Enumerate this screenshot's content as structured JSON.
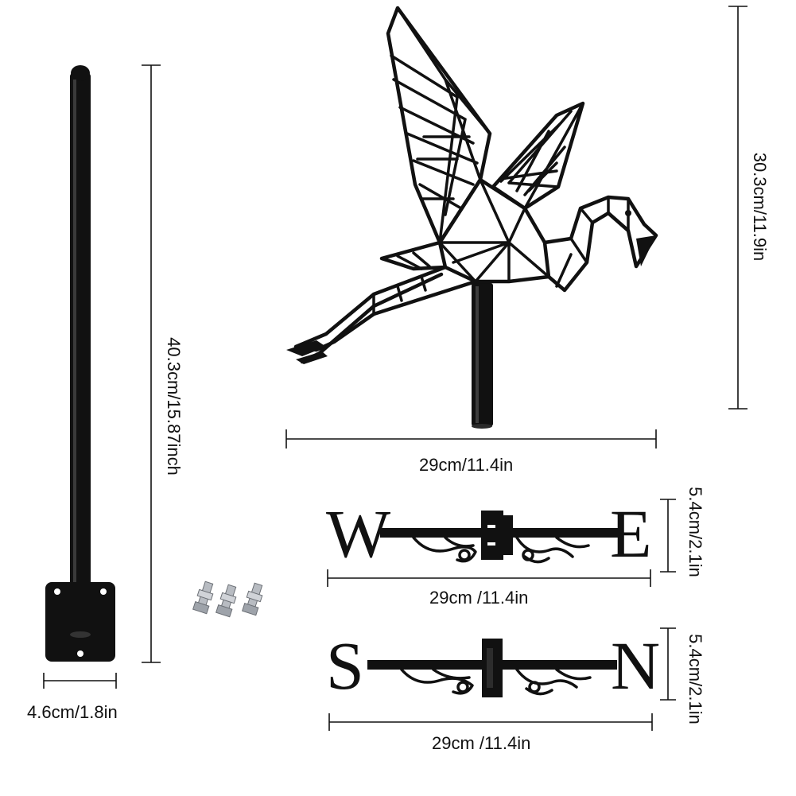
{
  "dimensions": {
    "pole_height": "40.3cm/15.87inch",
    "base_width": "4.6cm/1.8in",
    "flamingo_height": "30.3cm/11.9in",
    "flamingo_width": "29cm/11.4in",
    "we_arm_width": "29cm /11.4in",
    "we_arm_height": "5.4cm/2.1in",
    "sn_arm_width": "29cm /11.4in",
    "sn_arm_height": "5.4cm/2.1in"
  },
  "directions": {
    "west": "W",
    "east": "E",
    "south": "S",
    "north": "N"
  },
  "colors": {
    "metal": "#111111",
    "background": "#ffffff",
    "screws": "#b8bcc2"
  },
  "parts": [
    "mounting-pole",
    "flamingo-vane",
    "we-direction-arm",
    "sn-direction-arm",
    "screw-set"
  ]
}
